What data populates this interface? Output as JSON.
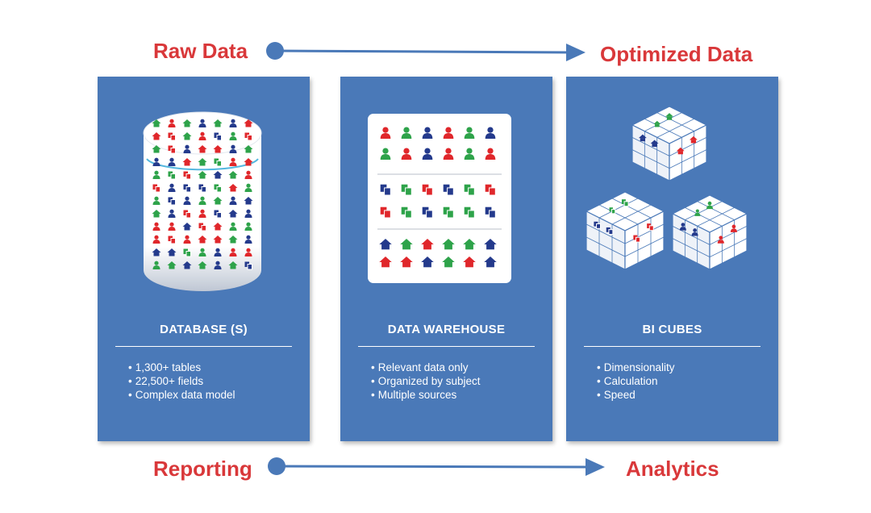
{
  "top_flow": {
    "from": "Raw Data",
    "to": "Optimized Data"
  },
  "bottom_flow": {
    "from": "Reporting",
    "to": "Analytics"
  },
  "colors": {
    "panel": "#4a79b8",
    "label": "#d9383a",
    "icon_red": "#e0272b",
    "icon_green": "#2ea34a",
    "icon_blue": "#243a8c",
    "arrow": "#4a79b8"
  },
  "panels": [
    {
      "title": "DATABASE (S)",
      "bullets": [
        "1,300+ tables",
        "22,500+ fields",
        "Complex data model"
      ],
      "icon": "database-cylinder-icon"
    },
    {
      "title": "DATA WAREHOUSE",
      "bullets": [
        "Relevant data only",
        "Organized by subject",
        "Multiple sources"
      ],
      "icon": "warehouse-grid-icon"
    },
    {
      "title": "BI CUBES",
      "bullets": [
        "Dimensionality",
        "Calculation",
        "Speed"
      ],
      "icon": "cube-stack-icon"
    }
  ]
}
